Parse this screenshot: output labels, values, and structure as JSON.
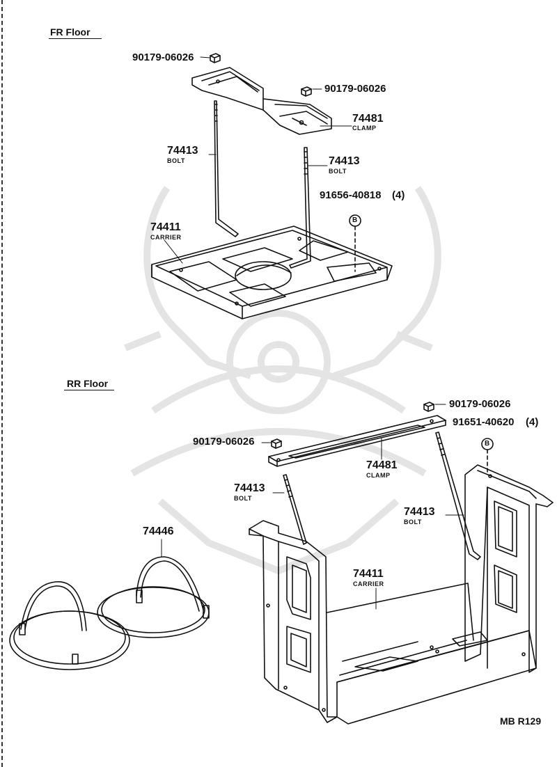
{
  "sections": {
    "fr_floor": "FR Floor",
    "rr_floor": "RR Floor"
  },
  "labels": {
    "fr_nut_left": "90179-06026",
    "fr_nut_right": "90179-06026",
    "fr_clamp_pn": "74481",
    "fr_clamp_name": "CLAMP",
    "fr_bolt_left_pn": "74413",
    "fr_bolt_left_name": "BOLT",
    "fr_bolt_right_pn": "74413",
    "fr_bolt_right_name": "BOLT",
    "fr_bolt_b": "91656-40818",
    "fr_bolt_b_qty": "(4)",
    "fr_carrier_pn": "74411",
    "fr_carrier_name": "CARRIER",
    "rr_nut_right": "90179-06026",
    "rr_bolt_b": "91651-40620",
    "rr_bolt_b_qty": "(4)",
    "rr_nut_left": "90179-06026",
    "rr_clamp_pn": "74481",
    "rr_clamp_name": "CLAMP",
    "rr_bolt_left_pn": "74413",
    "rr_bolt_left_name": "BOLT",
    "rr_bolt_right_pn": "74413",
    "rr_bolt_right_name": "BOLT",
    "rr_carrier_pn": "74411",
    "rr_carrier_name": "CARRIER",
    "holder_pn": "74446",
    "diagram_code": "MB R129",
    "callout_letter": "B"
  },
  "colors": {
    "line": "#111111",
    "watermark": "#e6e6e6",
    "background": "#ffffff"
  }
}
